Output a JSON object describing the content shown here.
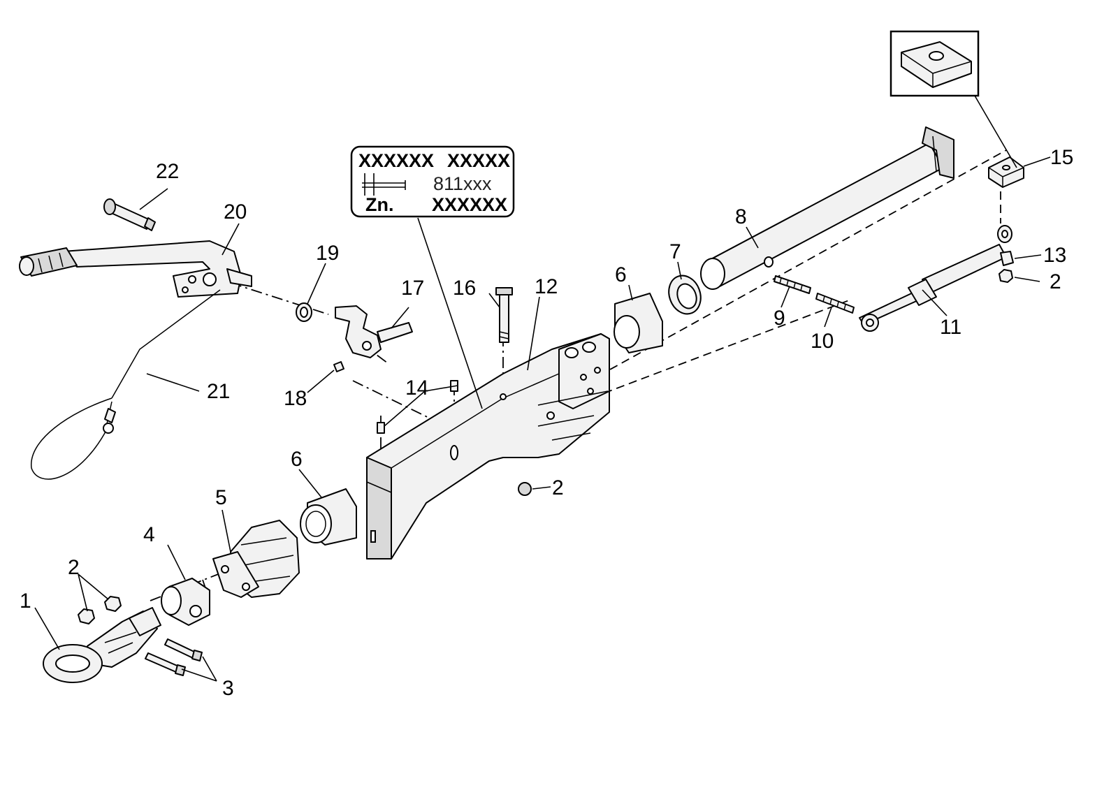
{
  "plate": {
    "row1_left": "XXXXXX",
    "row1_right": "XXXXX",
    "row2_number": "811xxx",
    "row3_left": "Zn.",
    "row3_right": "XXXXXX"
  },
  "callouts": {
    "c1": "1",
    "c2a": "2",
    "c2b": "2",
    "c2c": "2",
    "c3": "3",
    "c4": "4",
    "c5": "5",
    "c6a": "6",
    "c6b": "6",
    "c7": "7",
    "c8": "8",
    "c9": "9",
    "c10": "10",
    "c11": "11",
    "c12": "12",
    "c13": "13",
    "c14": "14",
    "c15": "15",
    "c16": "16",
    "c17": "17",
    "c18": "18",
    "c19": "19",
    "c20": "20",
    "c21": "21",
    "c22": "22"
  }
}
